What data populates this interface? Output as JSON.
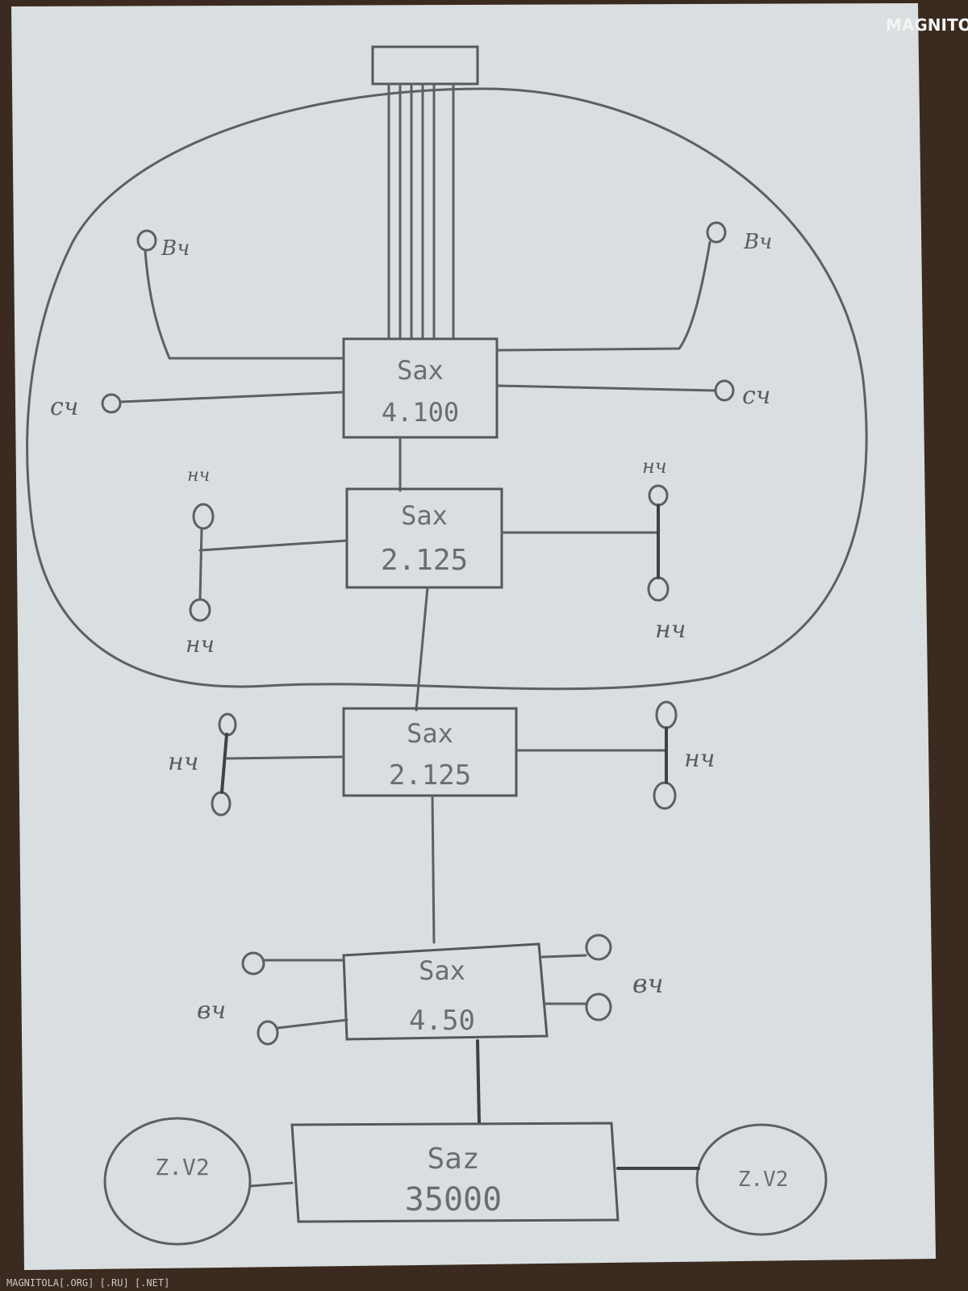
{
  "watermark": {
    "logo": "MAGNITOLA",
    "footer": "MAGNITOLA[.ORG] [.RU] [.NET]"
  },
  "diagram": {
    "units": {
      "sax_4100": {
        "line1": "Sax",
        "line2": "4.100"
      },
      "sax_2125_top": {
        "line1": "Sax",
        "line2": "2.125"
      },
      "sax_2125_mid": {
        "line1": "Sax",
        "line2": "2.125"
      },
      "sax_450": {
        "line1": "Sax",
        "line2": "4.50"
      },
      "saz_35000": {
        "line1": "Saz",
        "line2": "35000"
      }
    },
    "labels": {
      "bch_top_left": "Вч",
      "bch_top_right": "Вч",
      "sch_left": "сч",
      "sch_right": "сч",
      "nch_top_left_a": "нч",
      "nch_top_left_b": "нч",
      "nch_top_right_a": "нч",
      "nch_top_right_b": "нч",
      "nch_mid_left": "нч",
      "nch_mid_right": "нч",
      "bch_low_left": "вч",
      "bch_low_right": "вч"
    },
    "subwoofers": {
      "left": "Z.V2",
      "right": "Z.V2"
    }
  }
}
